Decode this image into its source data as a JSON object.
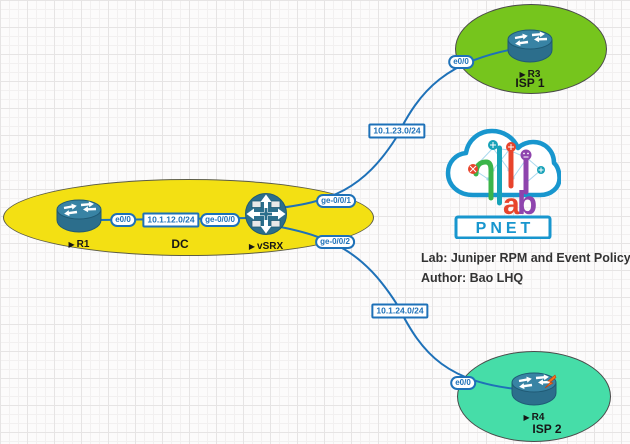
{
  "groups": {
    "dc": {
      "label": "DC"
    },
    "isp1": {
      "label": "ISP 1"
    },
    "isp2": {
      "label": "ISP 2"
    }
  },
  "nodes": {
    "r1": {
      "name": "R1"
    },
    "vsrx": {
      "name": "vSRX"
    },
    "r3": {
      "name": "R3"
    },
    "r4": {
      "name": "R4"
    }
  },
  "interface_labels": {
    "r1_e0_0": "e0/0",
    "vsrx_ge_0_0_0": "ge-0/0/0",
    "vsrx_ge_0_0_1": "ge-0/0/1",
    "vsrx_ge_0_0_2": "ge-0/0/2",
    "r3_e0_0": "e0/0",
    "r4_e0_0": "e0/0"
  },
  "network_labels": {
    "dc_link": "10.1.12.0/24",
    "isp1_link": "10.1.23.0/24",
    "isp2_link": "10.1.24.0/24"
  },
  "annotations": {
    "lab_title": "Lab: Juniper RPM and Event Policy",
    "author": "Author: Bao LHQ"
  },
  "logo": {
    "letter_l": "l",
    "letter_a": "a",
    "letter_b": "b",
    "wordmark": "PNET"
  },
  "icons": {
    "play": "▶"
  },
  "colors": {
    "link": "#1E71B8",
    "dc_fill": "#F3E013",
    "isp1_fill": "#76C51D",
    "isp2_fill": "#46DDA8",
    "router_body": "#2C6E8C"
  }
}
